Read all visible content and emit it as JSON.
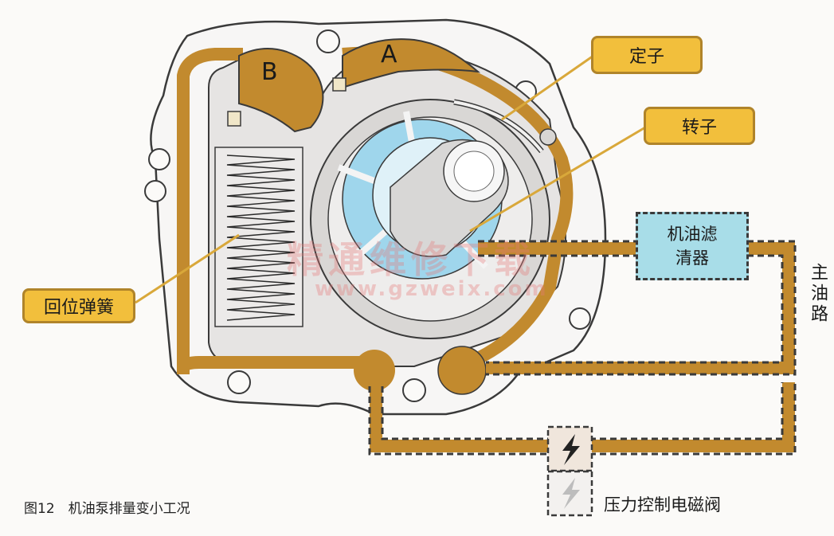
{
  "labels": {
    "stator": "定子",
    "rotor": "转子",
    "return_spring": "回位弹簧",
    "chamber_a": "A",
    "chamber_b": "B",
    "oil_filter_line1": "机油滤",
    "oil_filter_line2": "清器",
    "main_oil_gallery": "主油路",
    "pressure_control_solenoid": "压力控制电磁阀"
  },
  "caption": "图12　机油泵排量变小工况",
  "watermark": {
    "line1": "精通维修下载",
    "line2": "www.gzweix.com"
  },
  "colors": {
    "oil": "#c28a2e",
    "label_fill": "#f2bf3c",
    "filter_fill": "#a8dde8",
    "rotor_blue": "#9fd6ec",
    "housing": "#e6e4e3"
  },
  "icons": [
    "lightning-icon",
    "lightning-icon-inactive"
  ]
}
